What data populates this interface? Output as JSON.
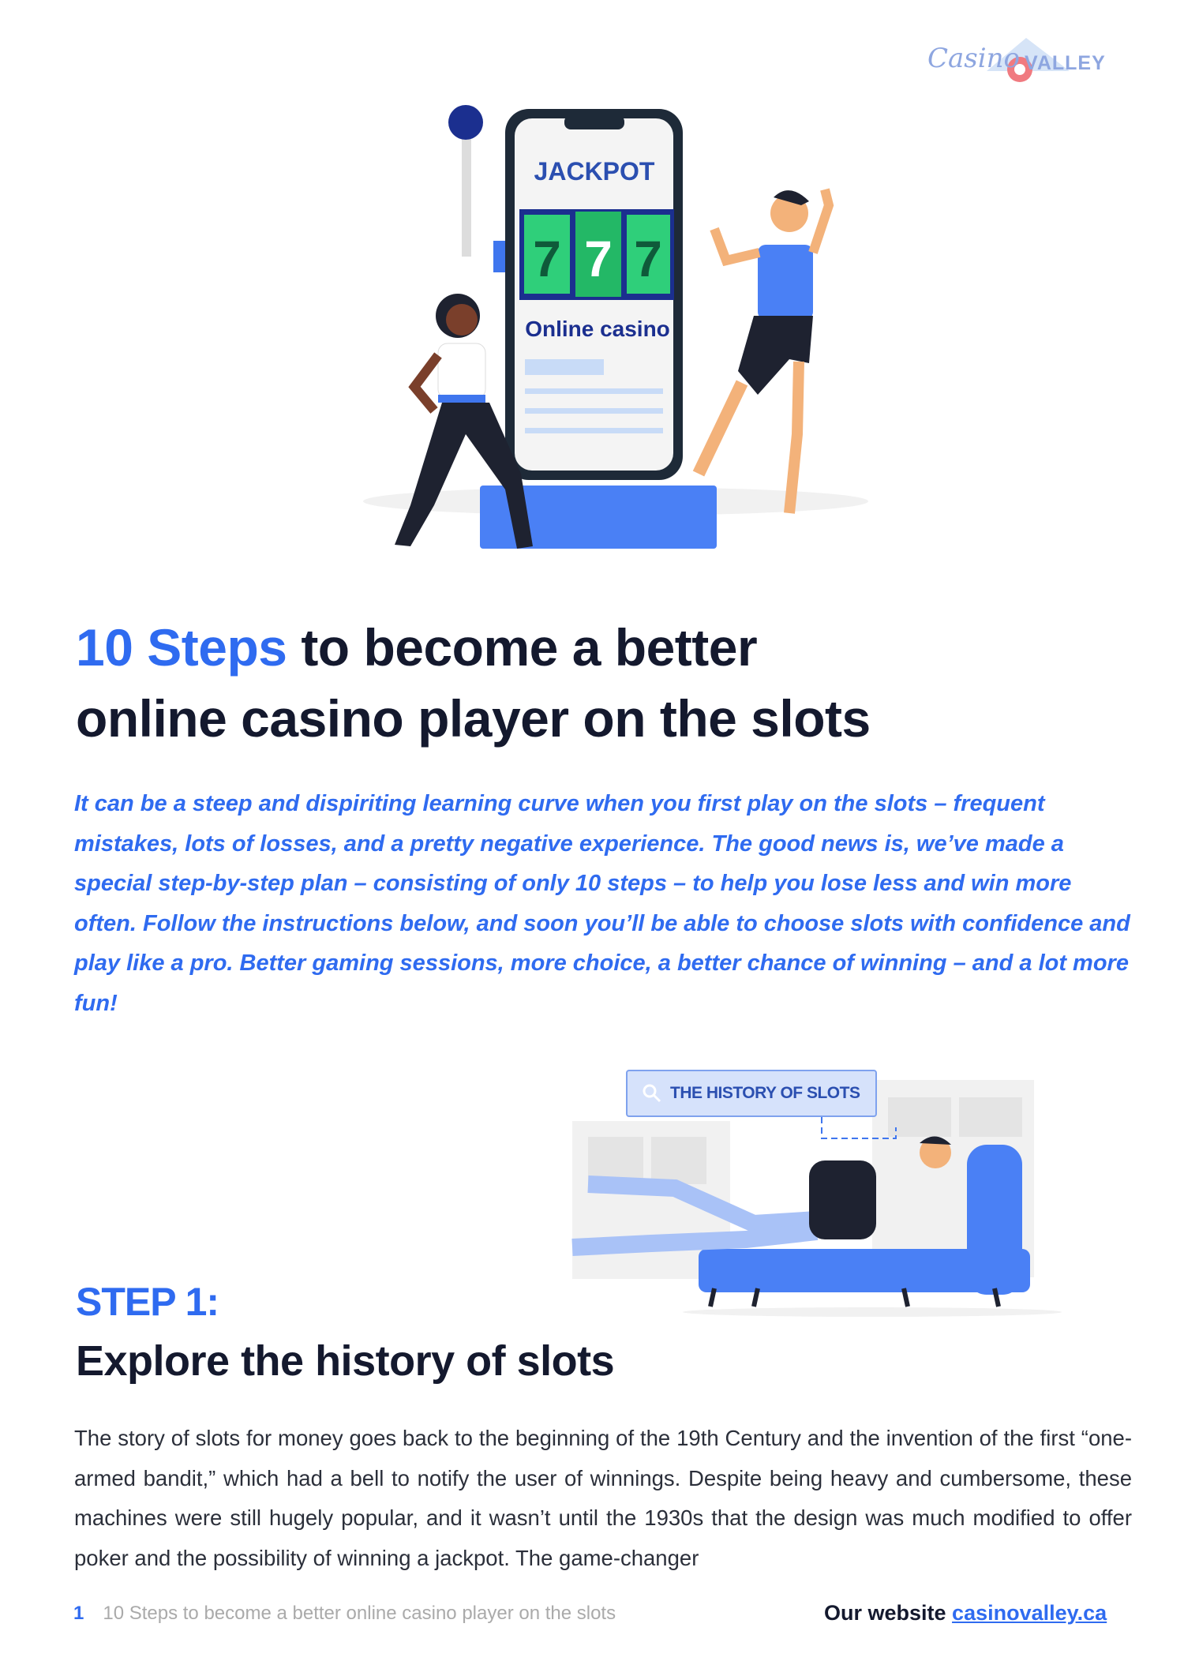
{
  "logo": {
    "script_text": "Casino",
    "block_text": "VALLEY"
  },
  "hero": {
    "jackpot_label": "JACKPOT",
    "reels": [
      "7",
      "7",
      "7"
    ],
    "screen_label": "Online casino"
  },
  "title": {
    "accent": "10 Steps",
    "rest_line1": " to become a better",
    "line2": "online casino player on the slots"
  },
  "intro": "It can be a steep and dispiriting learning curve when you first play on the slots – frequent mistakes, lots of losses, and a pretty negative experience. The good news is, we’ve made a special step-by-step plan – consisting of only 10 steps – to help you lose less and win more often. Follow the instructions below, and soon you’ll be able to choose slots with confidence and play like a pro. Better gaming sessions, more choice, a better chance of winning – and a lot more fun!",
  "illustration2": {
    "search_label": "THE HISTORY OF SLOTS"
  },
  "step": {
    "label": "STEP 1:",
    "title": "Explore the history of slots"
  },
  "body": "The story of slots for money goes back to the beginning of the 19th Century and the invention of the first “one-armed bandit,” which had a bell to notify the user of winnings. Despite being heavy and cumbersome, these machines were still hugely popular, and it wasn’t until the 1930s that the design was much modified to offer poker and the possibility of winning a jackpot. The game-changer",
  "footer": {
    "page_number": "1",
    "doc_title": "10 Steps to become a better online casino player on the slots",
    "website_label": "Our website ",
    "website_link": "casinovalley.ca"
  },
  "colors": {
    "accent": "#2f6bf0",
    "dark": "#14192e",
    "reel_green": "#2fcf7a"
  }
}
